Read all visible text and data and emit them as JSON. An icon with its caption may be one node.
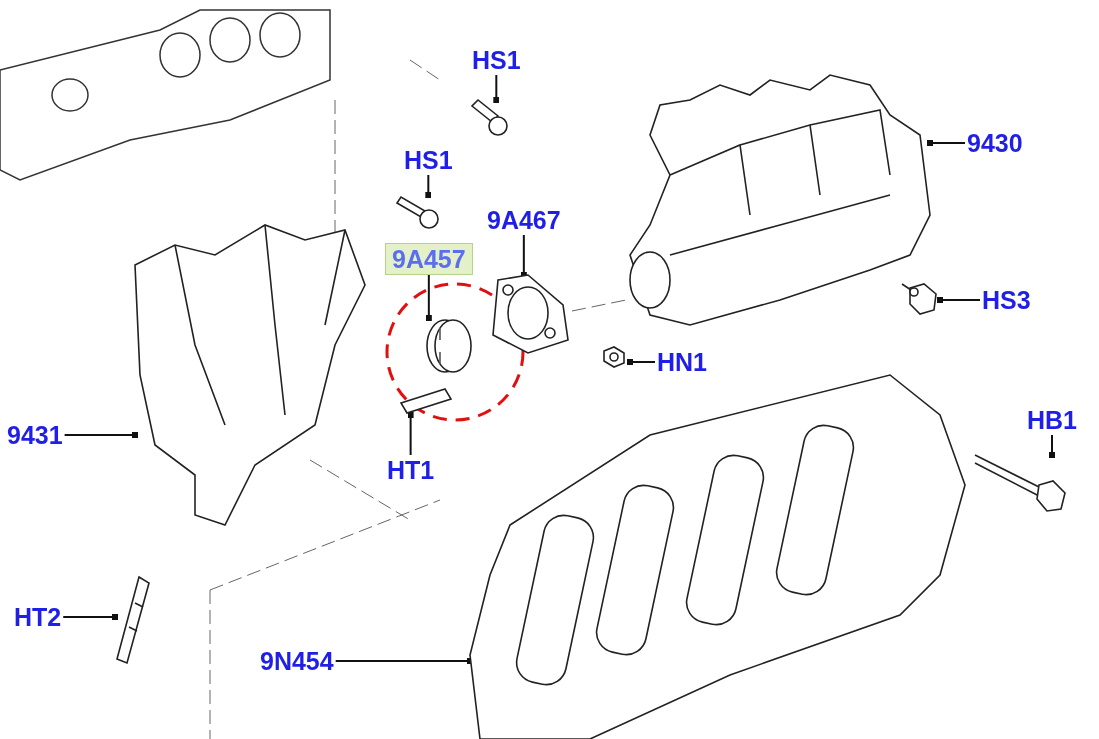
{
  "diagram": {
    "nodes": [
      {
        "text": [
          "HS1"
        ]
      },
      {
        "text": [
          "9430"
        ]
      },
      {
        "text": [
          "HS1"
        ]
      },
      {
        "text": [
          "9A467"
        ]
      },
      {
        "text": [
          "9A457"
        ]
      },
      {
        "text": [
          "HS3"
        ]
      },
      {
        "text": [
          "HN1"
        ]
      },
      {
        "text": [
          "HB1"
        ]
      },
      {
        "text": [
          "9431"
        ]
      },
      {
        "text": [
          "HT1"
        ]
      },
      {
        "text": [
          "HT2"
        ]
      },
      {
        "text": [
          "9N454"
        ]
      },
      {
        "text": [],
        "shape": "bolt"
      },
      {
        "text": [],
        "shape": "manifold"
      },
      {
        "text": [],
        "shape": "bolt"
      },
      {
        "text": [],
        "shape": "gasket"
      },
      {
        "text": [],
        "shape": "ring"
      },
      {
        "text": [],
        "shape": "nut"
      },
      {
        "text": [],
        "shape": "nut"
      },
      {
        "text": [],
        "shape": "bolt"
      },
      {
        "text": [],
        "shape": "manifold"
      },
      {
        "text": [],
        "shape": "stud"
      },
      {
        "text": [],
        "shape": "stud"
      },
      {
        "text": [],
        "shape": "shield"
      }
    ],
    "edges": [
      {
        "from": 0,
        "to": 12,
        "arrow": "other"
      },
      {
        "from": 1,
        "to": 13,
        "arrow": "other"
      },
      {
        "from": 2,
        "to": 14,
        "arrow": "other"
      },
      {
        "from": 3,
        "to": 15,
        "arrow": "other"
      },
      {
        "from": 4,
        "to": 16,
        "arrow": "other"
      },
      {
        "from": 5,
        "to": 17,
        "arrow": "other"
      },
      {
        "from": 6,
        "to": 18,
        "arrow": "other"
      },
      {
        "from": 7,
        "to": 19,
        "arrow": "other"
      },
      {
        "from": 8,
        "to": 20,
        "arrow": "other"
      },
      {
        "from": 9,
        "to": 21,
        "arrow": "other"
      },
      {
        "from": 10,
        "to": 22,
        "arrow": "other"
      },
      {
        "from": 11,
        "to": 23,
        "arrow": "other"
      }
    ]
  }
}
